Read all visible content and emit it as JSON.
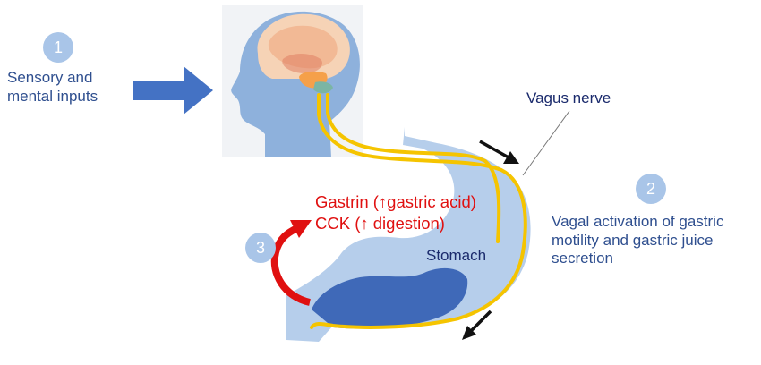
{
  "steps": [
    {
      "number": "1",
      "label_lines": [
        "Sensory and",
        "mental inputs"
      ]
    },
    {
      "number": "2",
      "label_lines": [
        "Vagal activation of gastric",
        "motility and gastric juice",
        "secretion"
      ]
    },
    {
      "number": "3"
    }
  ],
  "hormones": [
    "Gastrin (↑gastric acid)",
    "CCK (↑ digestion)"
  ],
  "vagus_nerve_label": "Vagus nerve",
  "stomach_label": "Stomach",
  "colors": {
    "head": "#8eb1dc",
    "head_panel": "#f1f3f6",
    "stomach": "#a9c5e8",
    "gastric_content": "#3f69b8",
    "nerve": "#f5c400",
    "input_arrow": "#4472c4",
    "feedback_arrow": "#e01010",
    "text_blue": "#2f4f8f",
    "text_red": "#e01010"
  },
  "icons": [
    "brain-icon",
    "head-silhouette-icon",
    "stomach-icon",
    "right-arrow-icon",
    "curved-arrow-icon"
  ]
}
